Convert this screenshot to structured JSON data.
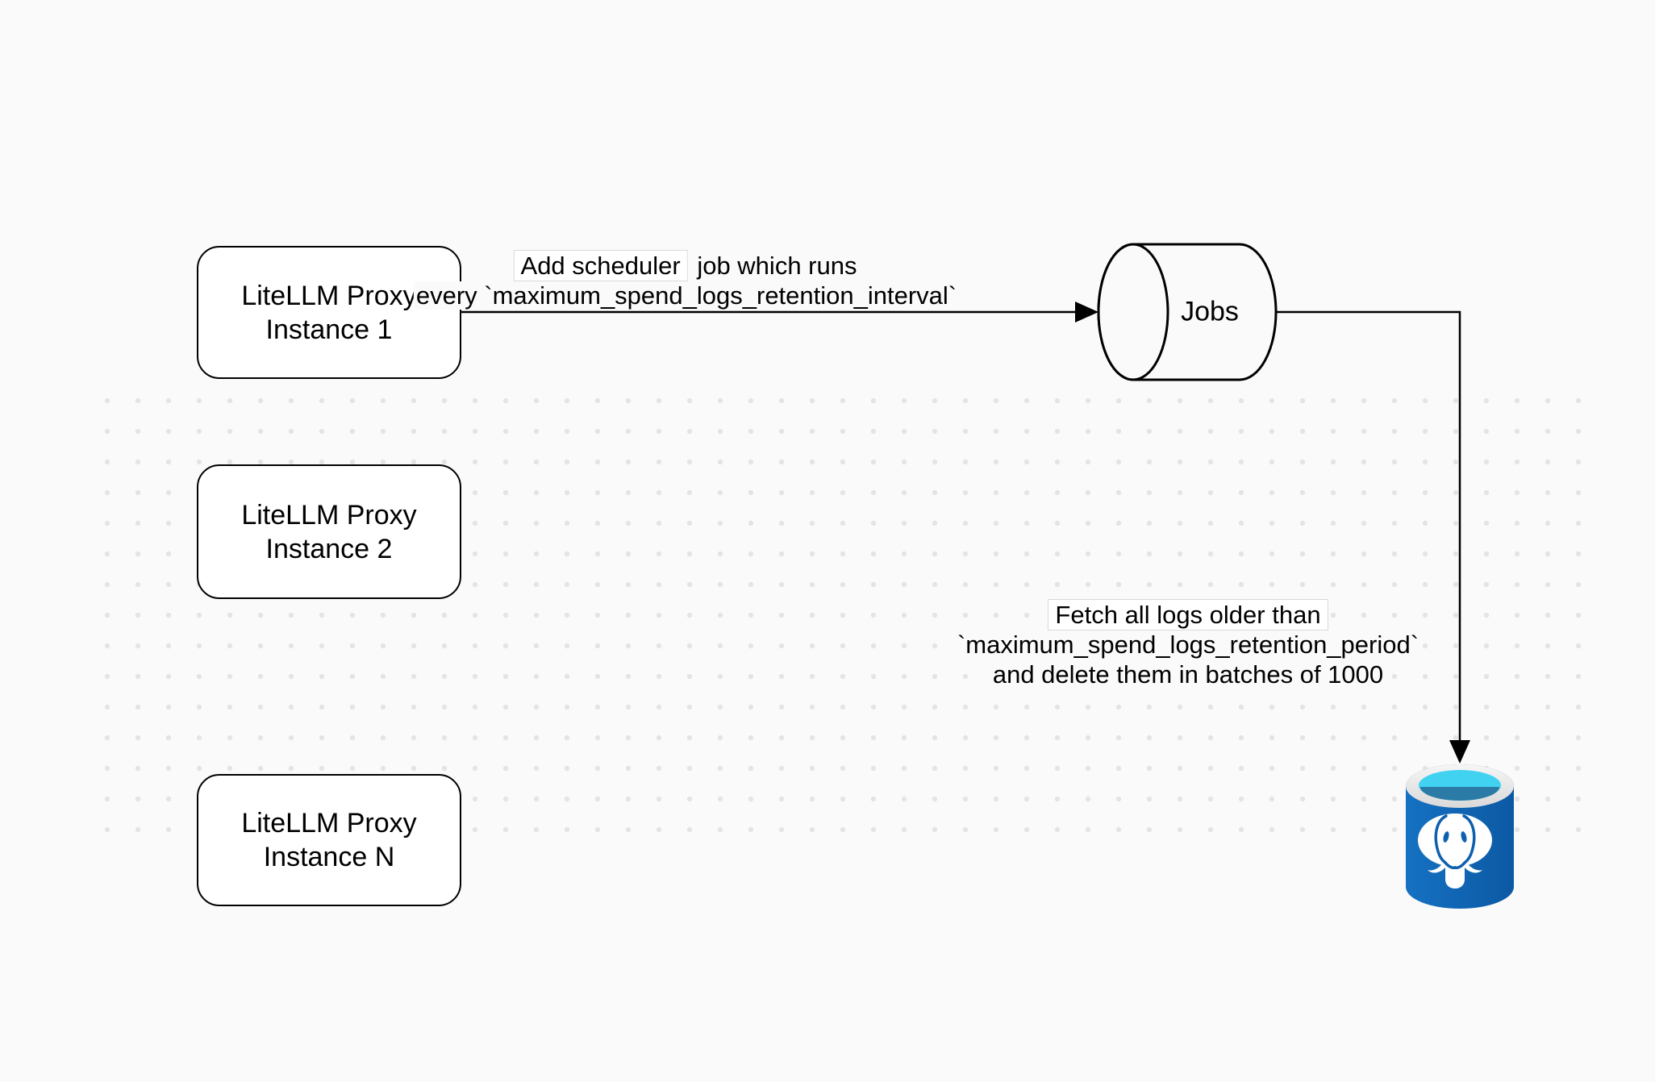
{
  "diagram": {
    "background_color": "#fafafa",
    "dot_color": "#e4e4e4",
    "stroke_color": "#000000"
  },
  "nodes": [
    {
      "line1": "LiteLLM Proxy",
      "line2": "Instance 1"
    },
    {
      "line1": "LiteLLM Proxy",
      "line2": "Instance 2"
    },
    {
      "line1": "LiteLLM Proxy",
      "line2": "Instance N"
    }
  ],
  "queue": {
    "label": "Jobs",
    "icon": "queue-cylinder-icon"
  },
  "edge_labels": {
    "scheduler": {
      "line1_boxed": "Add scheduler",
      "line1_rest": " job which runs",
      "line2": "every `maximum_spend_logs_retention_interval`"
    },
    "fetch": {
      "line1": "Fetch all logs older than",
      "line2": "`maximum_spend_logs_retention_period`",
      "line3": "and delete them in batches of 1000"
    }
  },
  "database": {
    "icon": "postgresql-icon",
    "body_color_left": "#1571c2",
    "body_color_right": "#0c59a4",
    "rim_color": "#ececec",
    "water_top_color": "#41d2f2",
    "water_deep_color": "#2a7ca6"
  }
}
